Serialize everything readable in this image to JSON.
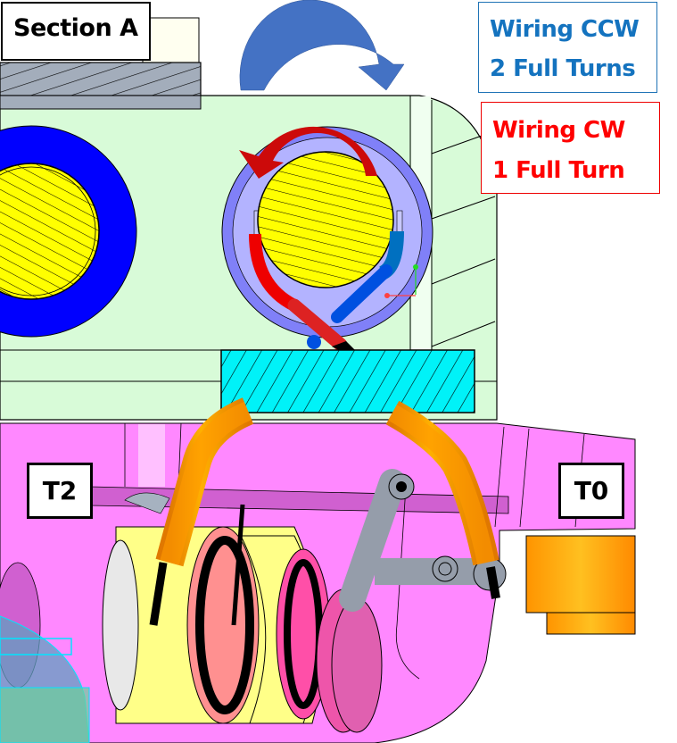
{
  "labels": {
    "section": "Section A",
    "ccw": {
      "line1": "Wiring CCW",
      "line2": "2 Full Turns",
      "color": "#1473bf"
    },
    "cw": {
      "line1": "Wiring CW",
      "line2": "1 Full Turn",
      "color": "#ff0000"
    },
    "t2": "T2",
    "t0": "T0"
  },
  "arrows": {
    "ccw_arrow": {
      "direction": "clockwise-over-top",
      "color": "#4472c4"
    },
    "cw_arrow": {
      "direction": "counterclockwise-over-top",
      "color": "#cc0a0a"
    }
  },
  "colors": {
    "frame_green": "#d8fbd8",
    "gray_block": "#a3adbb",
    "shaft_yellow": "#ffff00",
    "bearing_blue": "#0000ff",
    "bushing_lavender": "#b3b3ff",
    "bushing_ring": "#8080f8",
    "cyan_block": "#00f2f8",
    "body_magenta": "#ff88ff",
    "tube_orange": "#ff9900",
    "spring_yellow": "#ffff88",
    "spring_pink": "#ff9090",
    "rod_gray": "#959daa",
    "wire_red": "#ee1111",
    "wire_blue": "#0050e0"
  }
}
